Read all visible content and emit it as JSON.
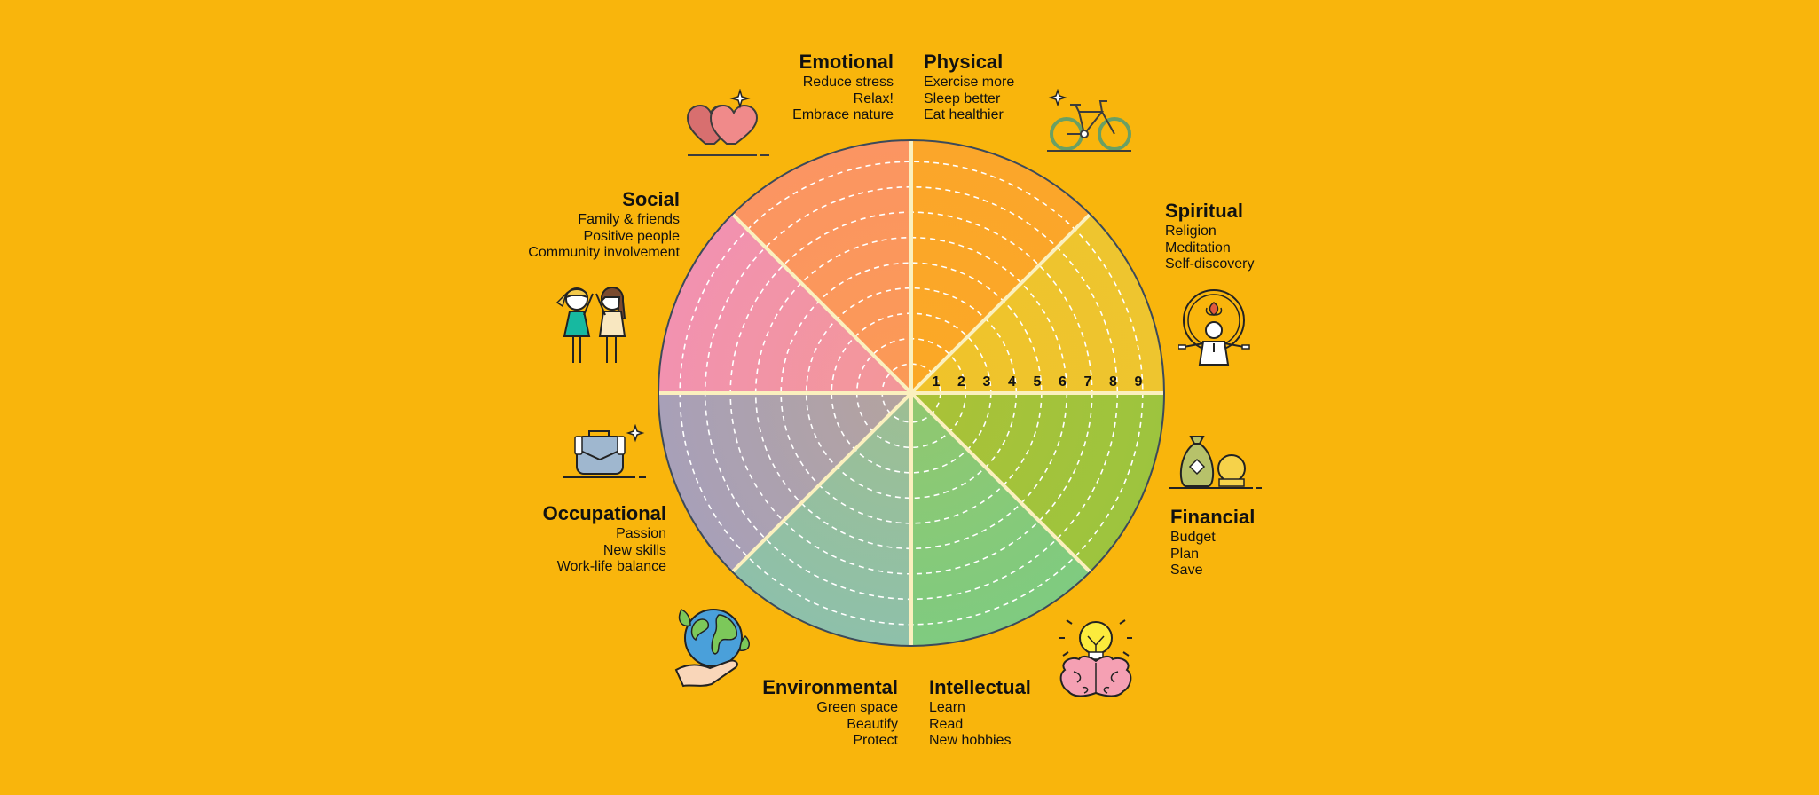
{
  "wheel": {
    "scale": [
      "1",
      "2",
      "3",
      "4",
      "5",
      "6",
      "7",
      "8",
      "9"
    ],
    "segments": [
      {
        "id": "physical",
        "title": "Physical",
        "items": [
          "Exercise more",
          "Sleep better",
          "Eat healthier"
        ],
        "color": "#FBA62A",
        "icon": "bicycle-icon"
      },
      {
        "id": "spiritual",
        "title": "Spiritual",
        "items": [
          "Religion",
          "Meditation",
          "Self-discovery"
        ],
        "color": "#EEC52F",
        "icon": "meditation-icon"
      },
      {
        "id": "financial",
        "title": "Financial",
        "items": [
          "Budget",
          "Plan",
          "Save"
        ],
        "color": "#9DC43E",
        "icon": "money-bag-icon"
      },
      {
        "id": "intellectual",
        "title": "Intellectual",
        "items": [
          "Learn",
          "Read",
          "New hobbies"
        ],
        "color": "#7FCB80",
        "icon": "brain-lightbulb-icon"
      },
      {
        "id": "environmental",
        "title": "Environmental",
        "items": [
          "Green space",
          "Beautify",
          "Protect"
        ],
        "color": "#8EC0AA",
        "icon": "earth-hand-icon"
      },
      {
        "id": "occupational",
        "title": "Occupational",
        "items": [
          "Passion",
          "New skills",
          "Work-life balance"
        ],
        "color": "#A8A0B8",
        "icon": "briefcase-icon"
      },
      {
        "id": "social",
        "title": "Social",
        "items": [
          "Family & friends",
          "Positive people",
          "Community involvement"
        ],
        "color": "#F292B0",
        "icon": "friends-icon"
      },
      {
        "id": "emotional",
        "title": "Emotional",
        "items": [
          "Reduce stress",
          "Relax!",
          "Embrace nature"
        ],
        "color": "#FB9562",
        "icon": "hearts-icon"
      }
    ]
  }
}
